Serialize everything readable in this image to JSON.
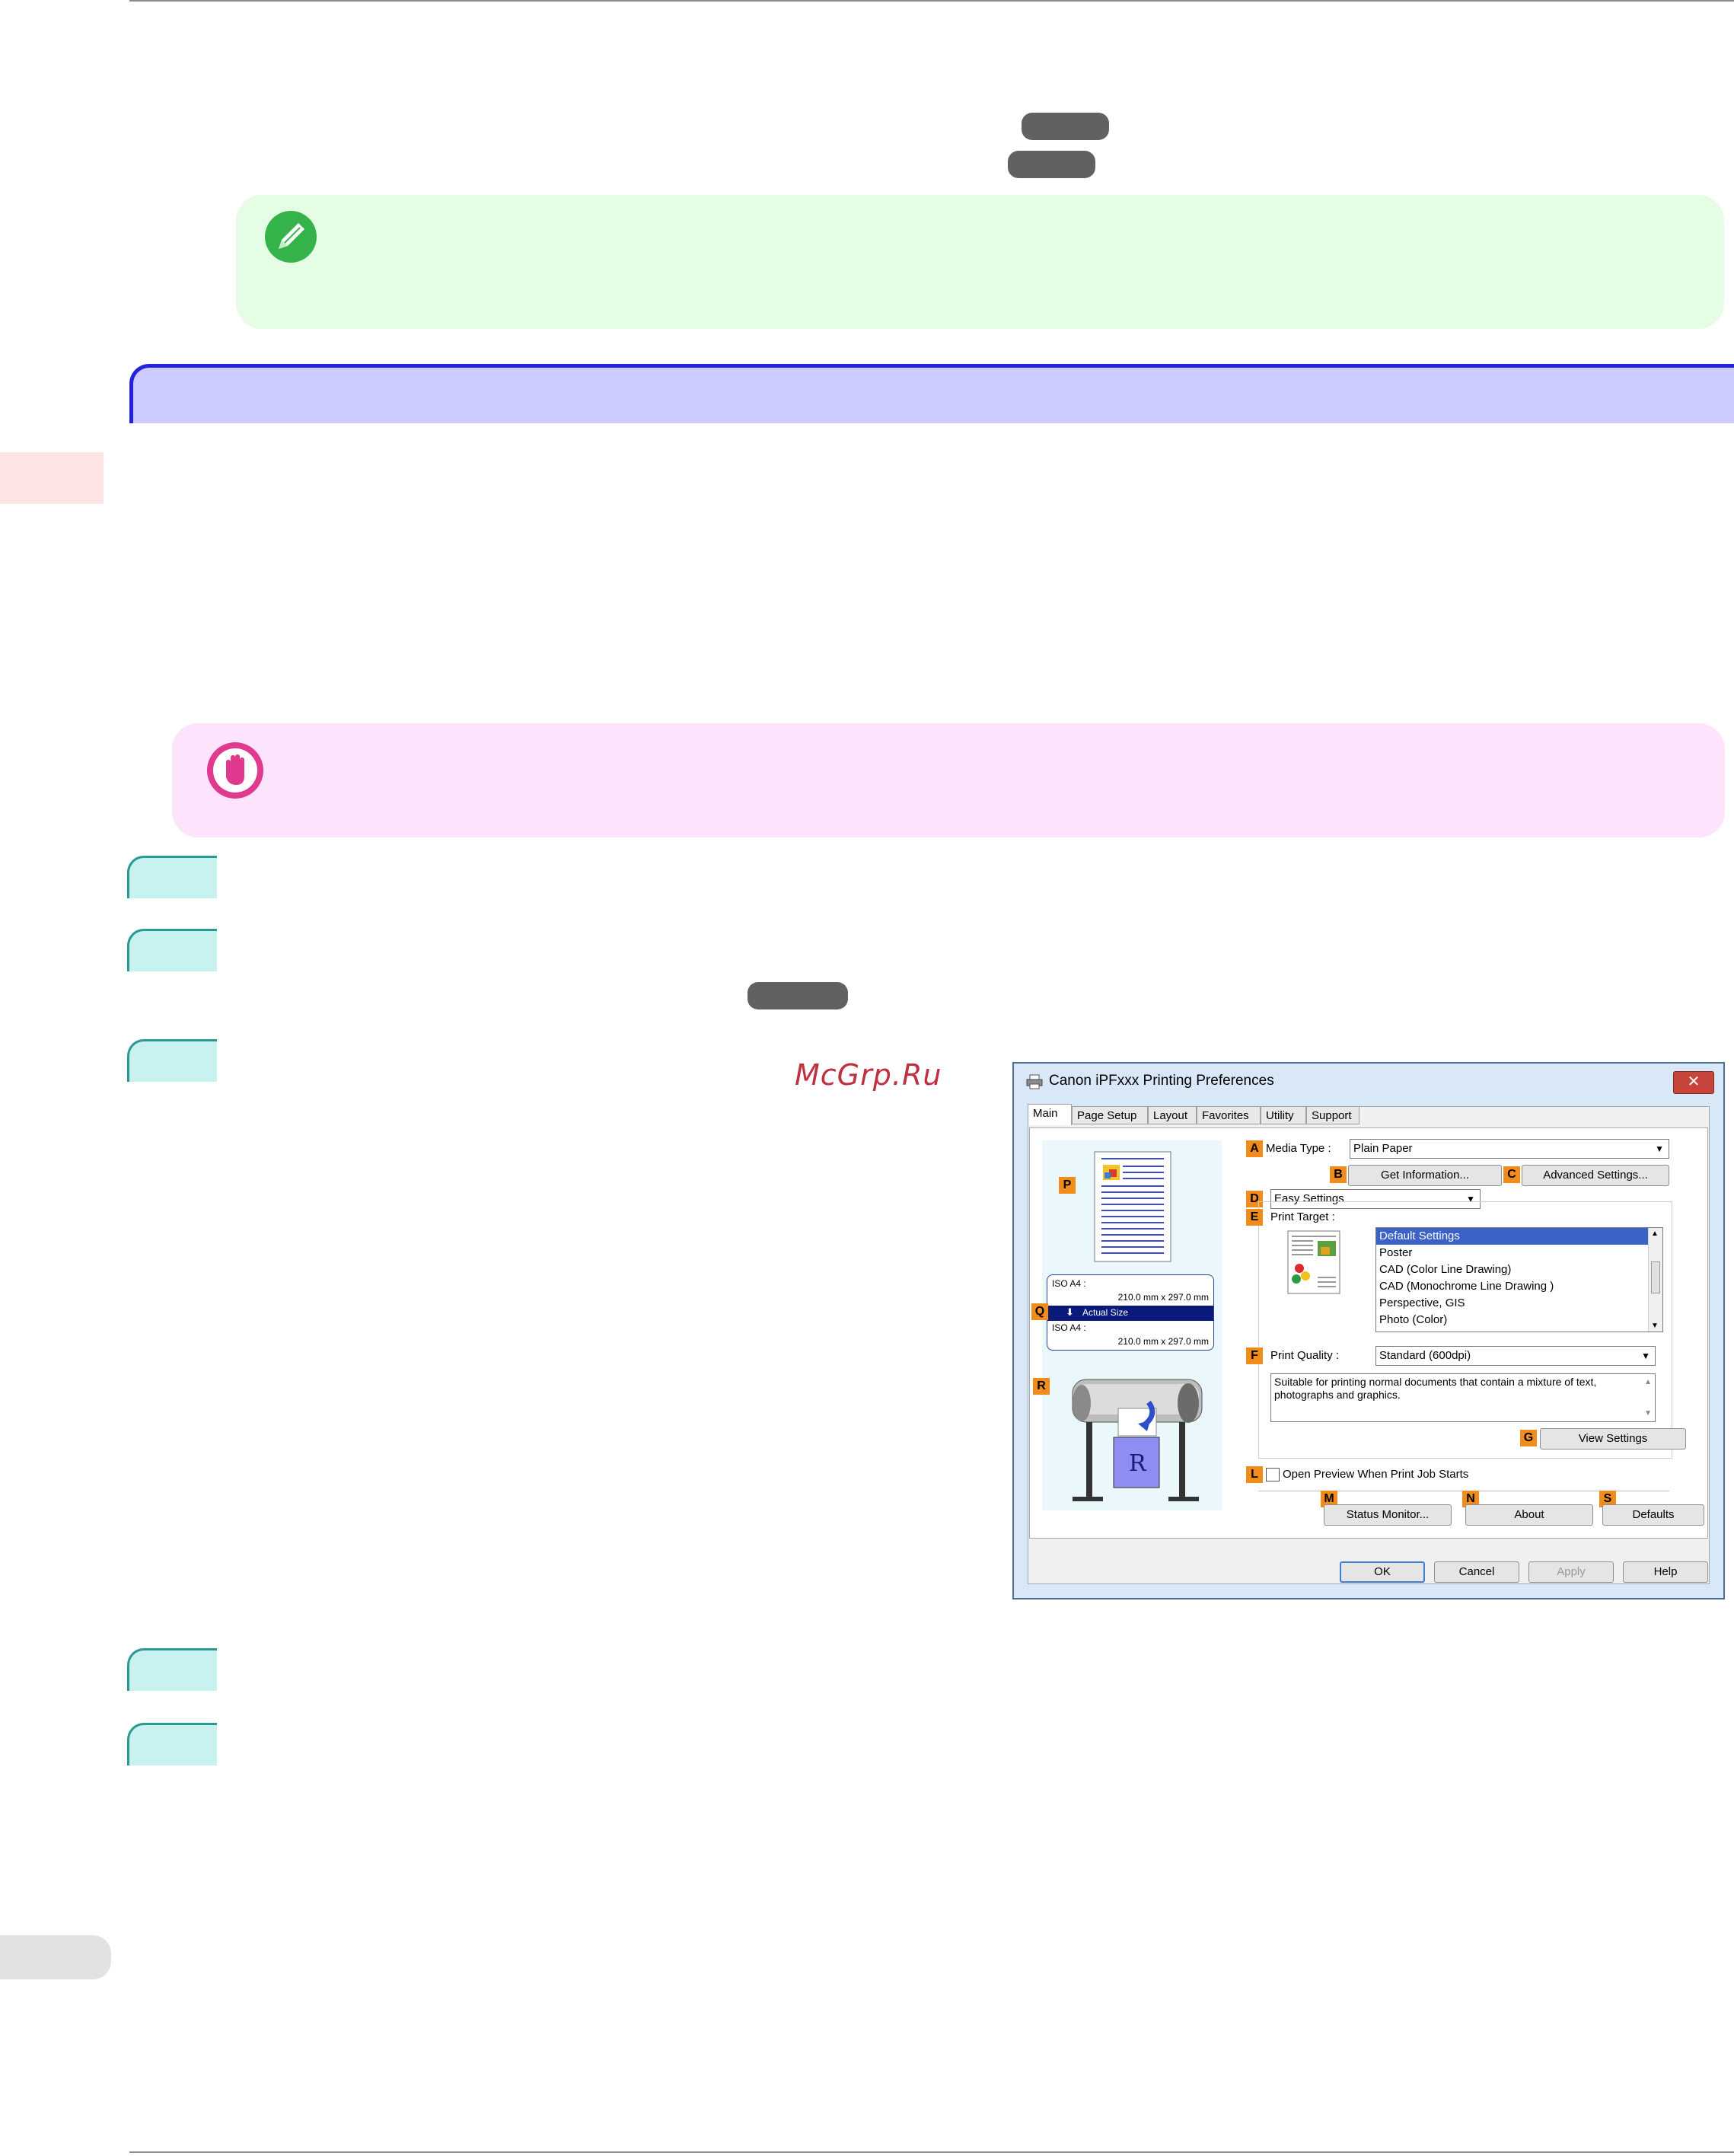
{
  "watermark": "McGrp.Ru",
  "dialog": {
    "title": "Canon iPFxxx Printing Preferences",
    "close_glyph": "✕",
    "tabs": [
      "Main",
      "Page Setup",
      "Layout",
      "Favorites",
      "Utility",
      "Support"
    ],
    "media_type_label": "Media Type :",
    "media_type_value": "Plain Paper",
    "get_information": "Get Information...",
    "advanced_settings": "Advanced Settings...",
    "mode_value": "Easy Settings",
    "print_target_label": "Print Target :",
    "print_targets": [
      "Default Settings",
      "Poster",
      "CAD (Color Line Drawing)",
      "CAD (Monochrome Line Drawing )",
      "Perspective, GIS",
      "Photo (Color)"
    ],
    "print_quality_label": "Print Quality :",
    "print_quality_value": "Standard (600dpi)",
    "description": "Suitable for printing normal documents that contain a mixture of text, photographs and graphics.",
    "view_settings": "View Settings",
    "open_preview": "Open Preview When Print Job Starts",
    "status_monitor": "Status Monitor...",
    "about": "About",
    "defaults": "Defaults",
    "ok": "OK",
    "cancel": "Cancel",
    "apply": "Apply",
    "help": "Help",
    "preview": {
      "paper_top_label": "ISO A4 :",
      "paper_top_size": "210.0 mm x 297.0 mm",
      "actual_size": "Actual Size",
      "paper_bottom_label": "ISO A4 :",
      "paper_bottom_size": "210.0 mm x 297.0 mm"
    },
    "badges": {
      "A": "A",
      "B": "B",
      "C": "C",
      "D": "D",
      "E": "E",
      "F": "F",
      "G": "G",
      "L": "L",
      "M": "M",
      "N": "N",
      "S": "S",
      "P": "P",
      "Q": "Q",
      "R": "R"
    }
  }
}
